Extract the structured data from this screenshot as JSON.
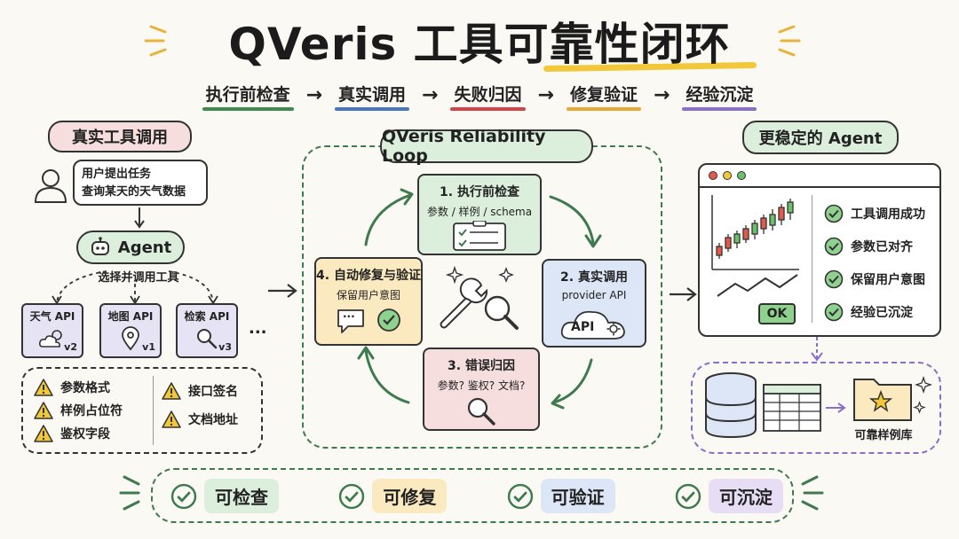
{
  "title": "QVeris 工具可靠性闭环",
  "steps": [
    {
      "label": "执行前检查",
      "color": "#3f8a4f"
    },
    {
      "label": "真实调用",
      "color": "#4a76c0"
    },
    {
      "label": "失败归因",
      "color": "#d0454a"
    },
    {
      "label": "修复验证",
      "color": "#e8a838"
    },
    {
      "label": "经验沉淀",
      "color": "#8a6fc9"
    }
  ],
  "step_arrow": "→",
  "left": {
    "header": "真实工具调用",
    "user_bubble": [
      "用户提出任务",
      "查询某天的天气数据"
    ],
    "agent_label": "Agent",
    "select_label": "选择并调用工具",
    "tools": [
      {
        "name": "天气 API",
        "version": "v2",
        "icon": "weather-icon"
      },
      {
        "name": "地图 API",
        "version": "v1",
        "icon": "map-pin-icon"
      },
      {
        "name": "检索 API",
        "version": "v3",
        "icon": "search-icon"
      }
    ],
    "more": "...",
    "warnings_col1": [
      "参数格式",
      "样例占位符",
      "鉴权字段"
    ],
    "warnings_col2": [
      "接口签名",
      "文档地址"
    ]
  },
  "center": {
    "header": "QVeris Reliability Loop",
    "cards": [
      {
        "title": "1. 执行前检查",
        "sub": "参数 / 样例 / schema"
      },
      {
        "title": "2. 真实调用",
        "sub": "provider API",
        "inner": "API"
      },
      {
        "title": "3. 错误归因",
        "sub": "参数? 鉴权? 文档?"
      },
      {
        "title": "4. 自动修复与验证",
        "sub": "保留用户意图",
        "bubble": "···"
      }
    ]
  },
  "right": {
    "header": "更稳定的 Agent",
    "checks": [
      "工具调用成功",
      "参数已对齐",
      "保留用户意图",
      "经验已沉淀"
    ],
    "ok_label": "OK",
    "library_label": "可靠样例库"
  },
  "bottom": [
    {
      "label": "可检查",
      "bg": "#dcefdc"
    },
    {
      "label": "可修复",
      "bg": "#fbeac0"
    },
    {
      "label": "可验证",
      "bg": "#dde6f6"
    },
    {
      "label": "可沉淀",
      "bg": "#e7def6"
    }
  ],
  "colors": {
    "green": "#3f7a4f",
    "green_fill": "#dcefdc",
    "blue_fill": "#dde6f6",
    "pink_fill": "#f6dede",
    "yellow_fill": "#fbeac0",
    "purple_fill": "#e6e4f4",
    "purple": "#8a6fc9",
    "warning": "#f2c83a"
  }
}
